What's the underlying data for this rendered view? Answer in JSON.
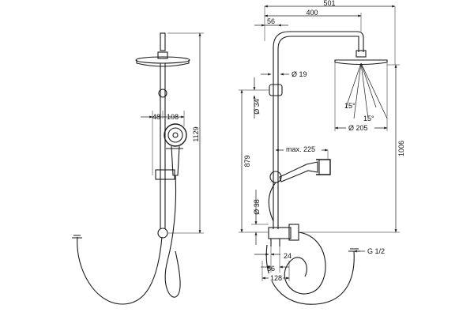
{
  "front_view": {
    "dim_height": "1129",
    "dim_left": "48",
    "dim_right": "108"
  },
  "side_view": {
    "dim_total_width": "501",
    "dim_arm_length": "400",
    "dim_top_offset": "56",
    "dim_pipe_dia": "Ø 19",
    "dim_pipe_dia_upper": "Ø 34",
    "dim_holder_height": "879",
    "dim_max_reach": "max. 225",
    "dim_pipe_dia_lower": "Ø 38",
    "dim_head_height": "1006",
    "dim_angle_left": "15°",
    "dim_angle_right": "15°",
    "dim_head_dia": "Ø 205",
    "dim_thread": "G 1/2",
    "dim_valve_height": "24",
    "dim_valve_offset": "56",
    "dim_valve_width": "128"
  }
}
